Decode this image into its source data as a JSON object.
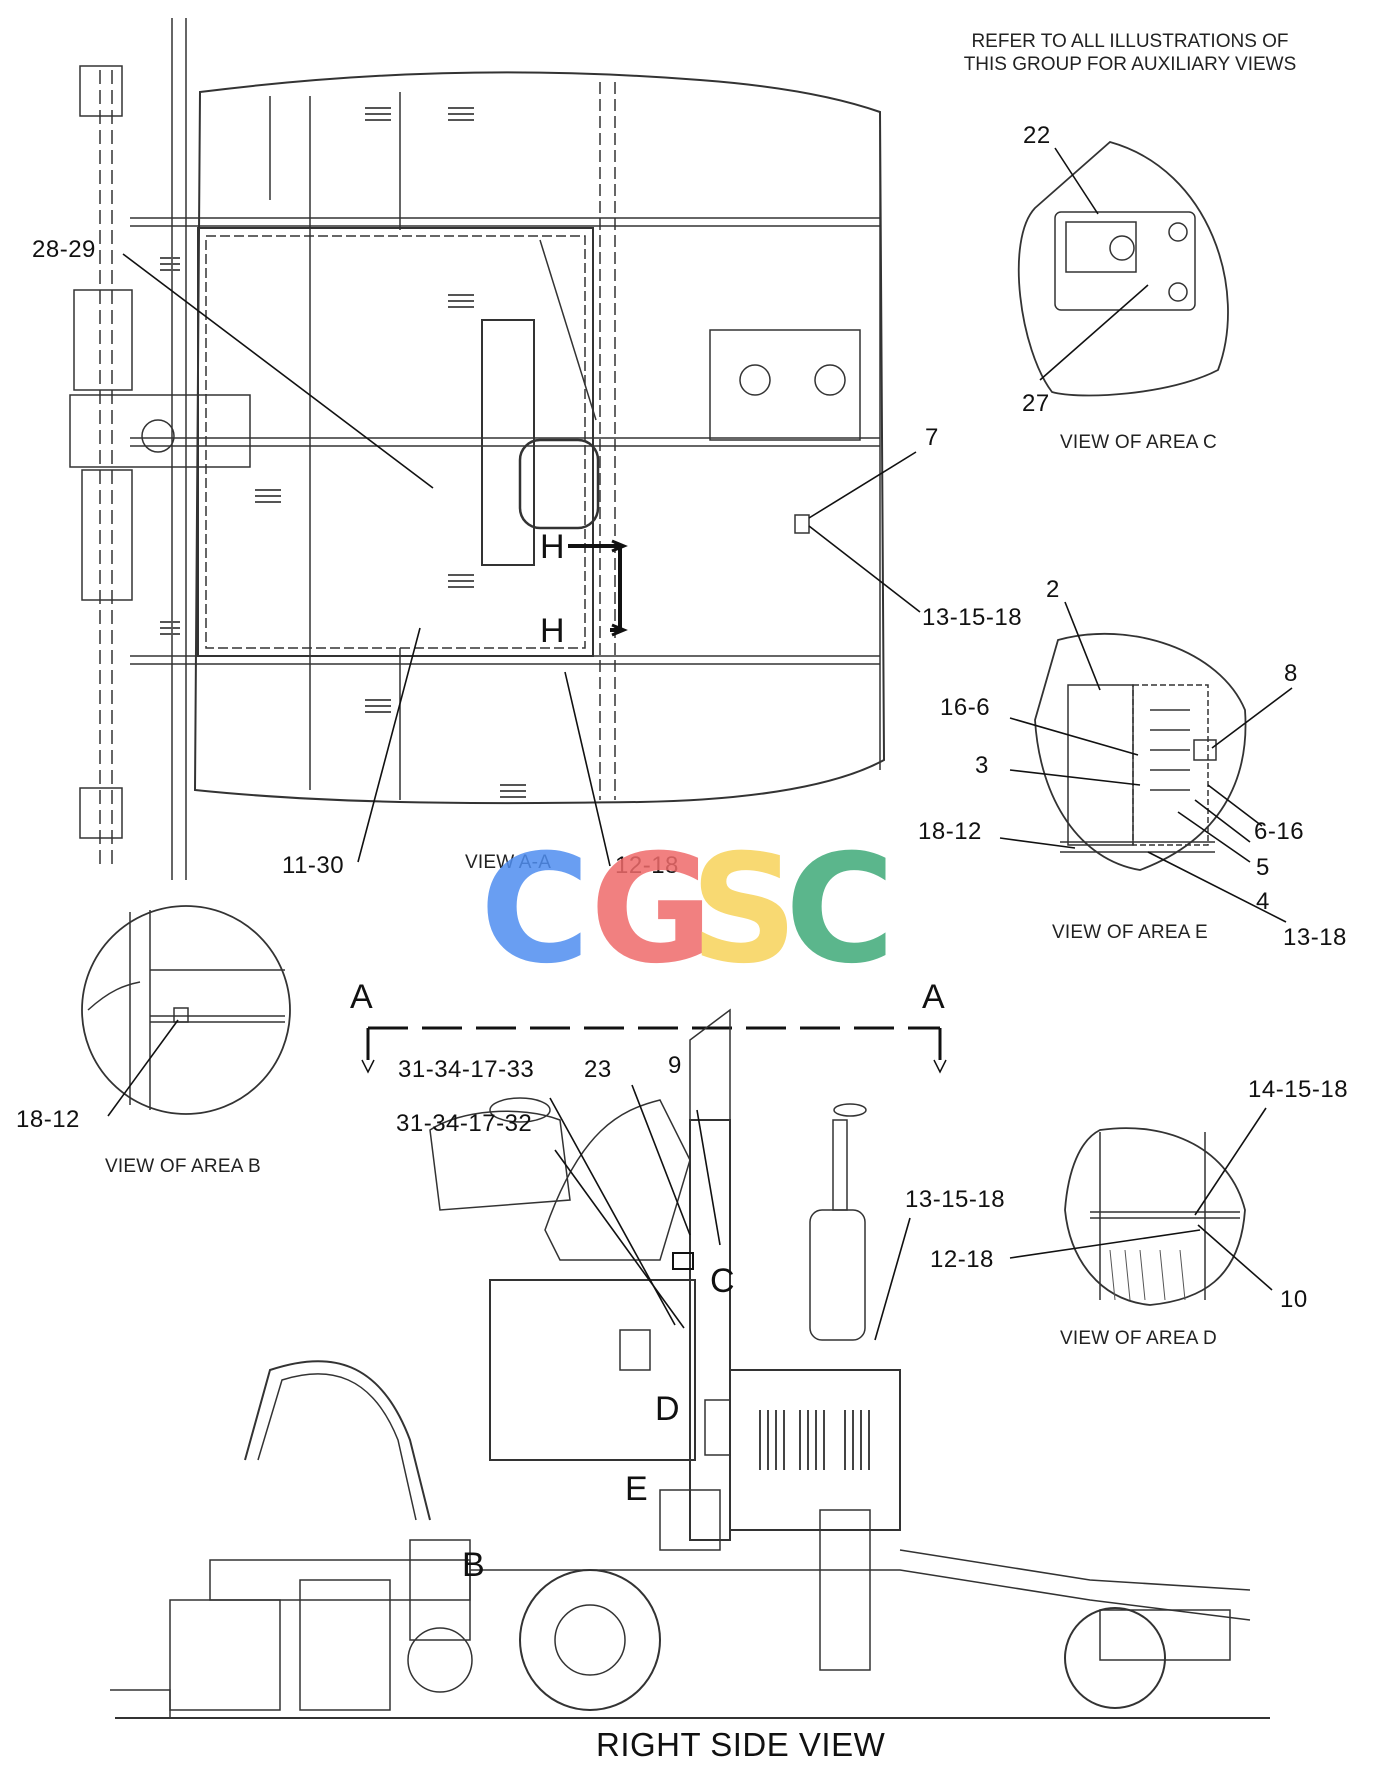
{
  "note": {
    "line1": "REFER TO ALL ILLUSTRATIONS OF",
    "line2": "THIS GROUP FOR AUXILIARY VIEWS"
  },
  "views": {
    "top": "VIEW A-A",
    "area_c": "VIEW OF AREA C",
    "area_e": "VIEW OF AREA E",
    "area_b": "VIEW OF AREA B",
    "area_d": "VIEW OF AREA D",
    "side": "RIGHT SIDE VIEW"
  },
  "callouts": {
    "c28_29": "28-29",
    "c11_30": "11-30",
    "c12_18_top": "12-18",
    "c7": "7",
    "c13_15_18_top": "13-15-18",
    "c22": "22",
    "c27": "27",
    "c2": "2",
    "c8": "8",
    "c16_6": "16-6",
    "c3": "3",
    "c6_16": "6-16",
    "c5": "5",
    "c18_12_e": "18-12",
    "c4": "4",
    "c13_18": "13-18",
    "c18_12_b": "18-12",
    "c31_34_17_33": "31-34-17-33",
    "c31_34_17_32": "31-34-17-32",
    "c23": "23",
    "c9": "9",
    "c13_15_18_side": "13-15-18",
    "c14_15_18": "14-15-18",
    "c12_18_d": "12-18",
    "c10": "10"
  },
  "area_letters": {
    "a_left": "A",
    "a_right": "A",
    "c": "C",
    "d": "D",
    "e": "E",
    "b": "B",
    "h_top": "H",
    "h_bottom": "H"
  },
  "watermark": {
    "letters": [
      "C",
      "G",
      "S",
      "C"
    ],
    "colors": [
      "#4f8ef0",
      "#ef6b6b",
      "#f7d35a",
      "#3faa78"
    ]
  }
}
